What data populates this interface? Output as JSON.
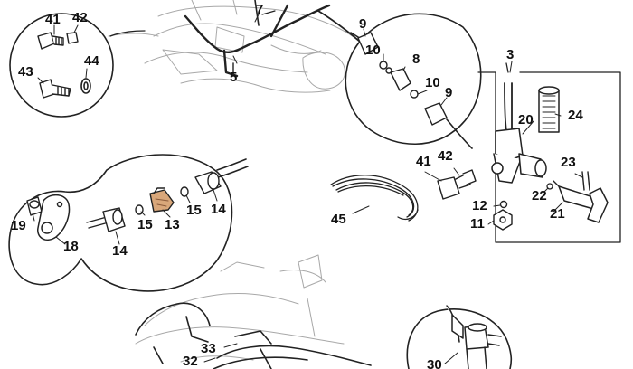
{
  "callouts": {
    "c41a": "41",
    "c42a": "42",
    "c43": "43",
    "c44": "44",
    "c7": "7",
    "c5": "5",
    "c9a": "9",
    "c10a": "10",
    "c8": "8",
    "c10b": "10",
    "c9b": "9",
    "c3": "3",
    "c20": "20",
    "c24": "24",
    "c41b": "41",
    "c42b": "42",
    "c23": "23",
    "c22": "22",
    "c21": "21",
    "c12": "12",
    "c11": "11",
    "c45": "45",
    "c19": "19",
    "c18": "18",
    "c15a": "15",
    "c13": "13",
    "c15b": "15",
    "c14a": "14",
    "c14b": "14",
    "c33": "33",
    "c32": "32",
    "c30": "30"
  },
  "colors": {
    "line": "#222222",
    "faint": "#9a9a9a",
    "highlight": "#d9a77a"
  }
}
